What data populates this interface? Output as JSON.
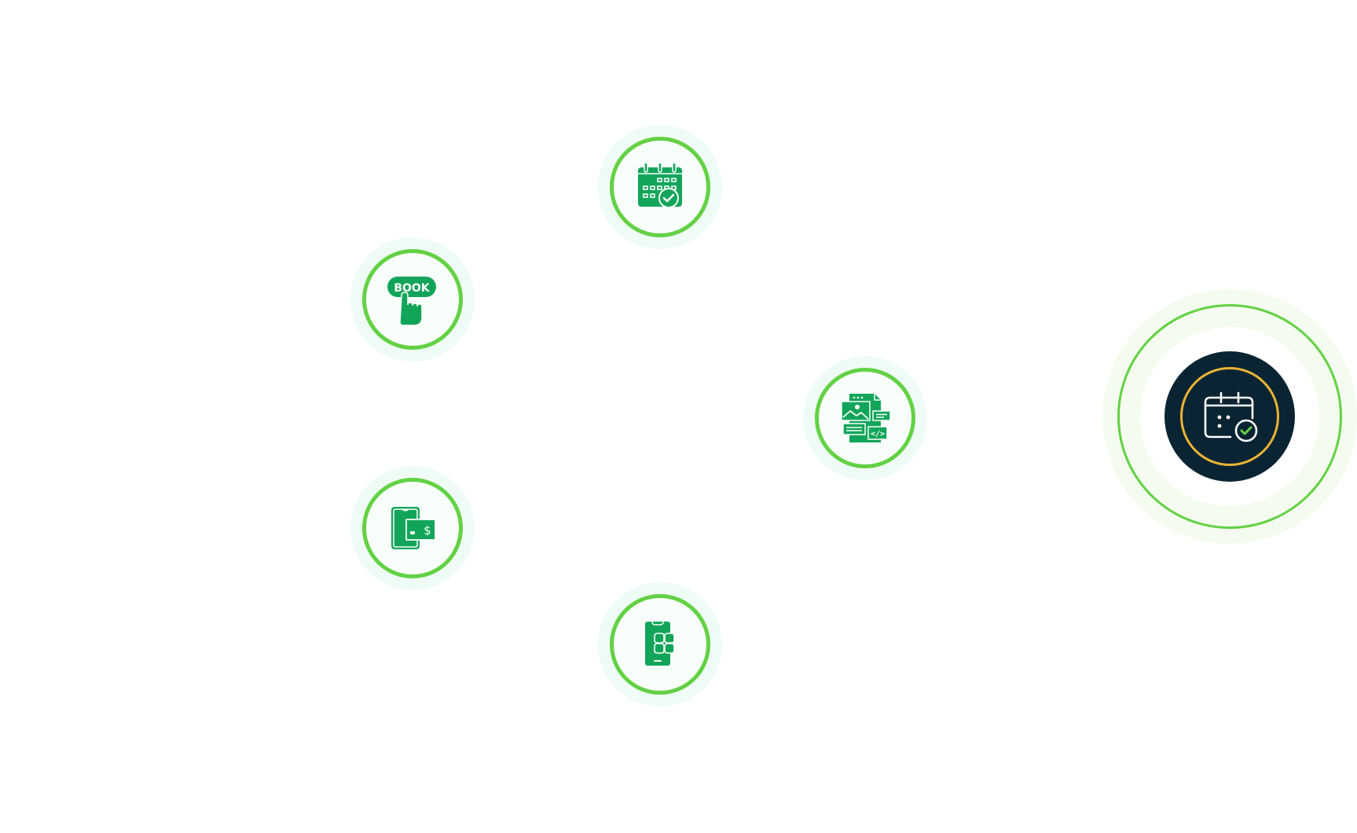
{
  "diagram": {
    "type": "hub-and-spoke",
    "hub": {
      "label": "Appointment Scheduling",
      "icon": "calendar-check-icon",
      "colors": {
        "core": "#0b2433",
        "gold_ring": "#e9b335",
        "green_ring": "#63d144",
        "check": "#63d144",
        "line": "#ffffff"
      }
    },
    "nodes": [
      {
        "id": "calendar",
        "label": "Calendar Booking",
        "icon": "calendar-check-icon"
      },
      {
        "id": "book",
        "label": "Book",
        "icon": "book-button-tap-icon",
        "icon_text": "BOOK"
      },
      {
        "id": "web",
        "label": "Web Content",
        "icon": "web-content-icon",
        "icon_text": "</>"
      },
      {
        "id": "payment",
        "label": "Mobile Payment",
        "icon": "mobile-payment-icon",
        "icon_text": "$"
      },
      {
        "id": "app",
        "label": "Mobile App",
        "icon": "mobile-app-icon"
      }
    ],
    "colors": {
      "icon_green": "#12a55a",
      "ring_green": "#63d144",
      "glow": "#eefcf5",
      "background": "#ffffff"
    }
  }
}
